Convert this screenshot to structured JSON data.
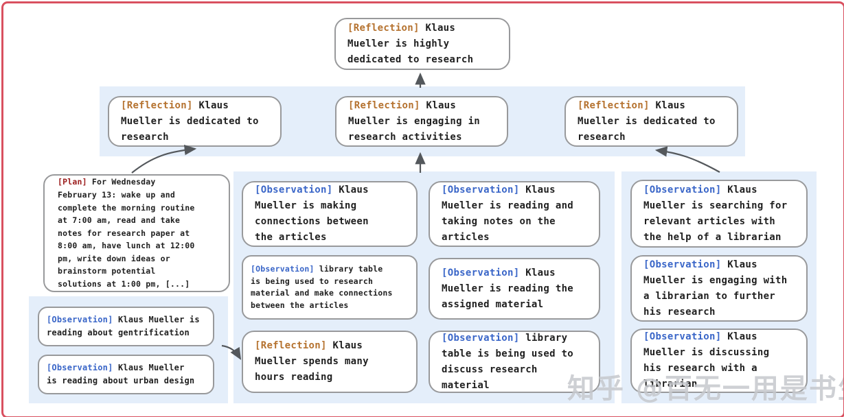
{
  "colors": {
    "frame_border": "#d9505f",
    "band_background": "#e4eefa",
    "box_border": "#98999b",
    "reflection_tag": "#b5722f",
    "observation_tag": "#3a66c8",
    "plan_tag": "#9b1c1c",
    "body_text": "#1f1f1f",
    "arrow": "#54585c"
  },
  "boxes": {
    "root": {
      "tag": "[Reflection]",
      "body": "Klaus\nMueller is highly\ndedicated to research"
    },
    "l2_left": {
      "tag": "[Reflection]",
      "body": "Klaus\nMueller is dedicated to\nresearch"
    },
    "l2_center": {
      "tag": "[Reflection]",
      "body": "Klaus\nMueller is engaging in\nresearch activities"
    },
    "l2_right": {
      "tag": "[Reflection]",
      "body": "Klaus\nMueller is dedicated to\nresearch"
    },
    "plan": {
      "tag": "[Plan]",
      "body": "For Wednesday\nFebruary 13: wake up and\ncomplete the morning routine\nat 7:00 am, read and take\nnotes for research paper at\n8:00 am, have lunch at 12:00\npm, write down ideas or\nbrainstorm potential\nsolutions at 1:00 pm, [...]"
    },
    "left_obs_1": {
      "tag": "[Observation]",
      "body": "Klaus Mueller is\nreading about gentrification"
    },
    "left_obs_2": {
      "tag": "[Observation]",
      "body": "Klaus Mueller\nis reading about urban design"
    },
    "mid_a1": {
      "tag": "[Observation]",
      "body": "Klaus\nMueller is making\nconnections between\nthe articles"
    },
    "mid_a2": {
      "tag": "[Observation]",
      "body": "library table\nis being used to research\nmaterial and make connections\nbetween the articles"
    },
    "mid_a3": {
      "tag": "[Reflection]",
      "body": "Klaus\nMueller spends many\nhours reading"
    },
    "mid_b1": {
      "tag": "[Observation]",
      "body": "Klaus\nMueller is reading and\ntaking notes on the\narticles"
    },
    "mid_b2": {
      "tag": "[Observation]",
      "body": "Klaus\nMueller is reading the\nassigned material"
    },
    "mid_b3": {
      "tag": "[Observation]",
      "body": "library\ntable is being used to\ndiscuss research material"
    },
    "right_1": {
      "tag": "[Observation]",
      "body": "Klaus\nMueller is searching for\nrelevant articles with\nthe help of a librarian"
    },
    "right_2": {
      "tag": "[Observation]",
      "body": "Klaus\nMueller is engaging with\na librarian to further\nhis research"
    },
    "right_3": {
      "tag": "[Observation]",
      "body": "Klaus\nMueller is discussing\nhis research with a\nlibrarian"
    }
  },
  "watermark": {
    "text": "知乎 @百无一用是书生"
  }
}
